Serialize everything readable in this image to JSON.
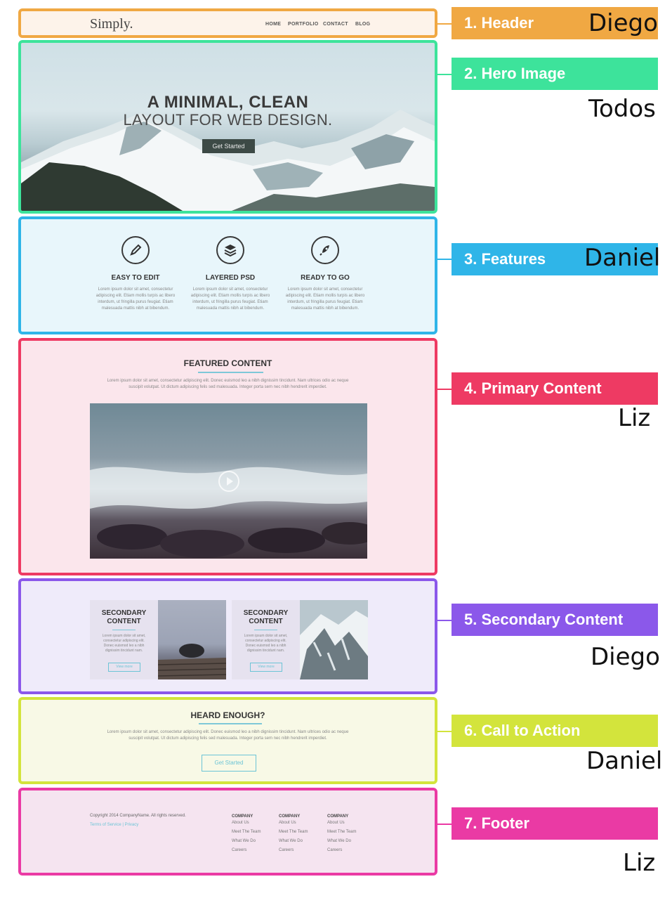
{
  "sections": [
    {
      "number_label": "1. Header",
      "assignee": "Diego",
      "color": "#f0a843"
    },
    {
      "number_label": "2. Hero Image",
      "assignee": "Todos",
      "color": "#3de39b"
    },
    {
      "number_label": "3. Features",
      "assignee": "Daniel",
      "color": "#2fb5e8"
    },
    {
      "number_label": "4. Primary Content",
      "assignee": "Liz",
      "color": "#ee3a63"
    },
    {
      "number_label": "5. Secondary Content",
      "assignee": "Diego",
      "color": "#8b58ea"
    },
    {
      "number_label": "6. Call to Action",
      "assignee": "Daniel",
      "color": "#d3e43c"
    },
    {
      "number_label": "7. Footer",
      "assignee": "Liz",
      "color": "#ea3aa4"
    }
  ],
  "mockup": {
    "header": {
      "logo": "Simply.",
      "nav": [
        "HOME",
        "PORTFOLIO",
        "CONTACT",
        "BLOG"
      ]
    },
    "hero": {
      "title_line1": "A MINIMAL, CLEAN",
      "title_line2": "LAYOUT FOR WEB DESIGN.",
      "button": "Get Started"
    },
    "features": [
      {
        "icon": "pencil-icon",
        "title": "EASY TO EDIT"
      },
      {
        "icon": "layers-icon",
        "title": "LAYERED PSD"
      },
      {
        "icon": "rocket-icon",
        "title": "READY TO GO"
      }
    ],
    "feature_text": [
      "Lorem ipsum dolor sit amet, consectetur",
      "adipiscing elit. Etiam mollis turpis ac libero",
      "interdum, ut fringilla purus feugiat. Etiam",
      "malesuada mattis nibh at bibendum."
    ],
    "primary": {
      "heading": "FEATURED CONTENT",
      "text": [
        "Lorem ipsum dolor sit amet, consectetur adipiscing elit. Donec euismod leo a nibh dignissim tincidunt. Nam ultrices odio ac neque",
        "suscipit volutpat. Ut dictum adipiscing felis sed malesuada. Integer porta sem nec nibh hendrerit imperdiet."
      ]
    },
    "secondary": {
      "cards": [
        {
          "title_line1": "SECONDARY",
          "title_line2": "CONTENT",
          "button": "View more"
        },
        {
          "title_line1": "SECONDARY",
          "title_line2": "CONTENT",
          "button": "View more"
        }
      ],
      "card_text": [
        "Lorem ipsum dolor sit amet,",
        "consectetur adipiscing elit.",
        "Donec euismod leo a nibh",
        "dignissim tincidunt nam."
      ]
    },
    "cta": {
      "heading": "HEARD ENOUGH?",
      "text": [
        "Lorem ipsum dolor sit amet, consectetur adipiscing elit. Donec euismod leo a nibh dignissim tincidunt. Nam ultrices odio ac neque",
        "suscipit volutpat. Ut dictum adipiscing felis sed malesuada. Integer porta sem nec nibh hendrerit imperdiet."
      ],
      "button": "Get Started"
    },
    "footer": {
      "copyright": "Copyright 2014 CompanyName. All rights reserved.",
      "terms": "Terms of Service",
      "separator": "|",
      "privacy": "Privacy",
      "columns": [
        {
          "title": "COMPANY",
          "links": [
            "About Us",
            "Meet The Team",
            "What We Do",
            "Careers"
          ]
        },
        {
          "title": "COMPANY",
          "links": [
            "About Us",
            "Meet The Team",
            "What We Do",
            "Careers"
          ]
        },
        {
          "title": "COMPANY",
          "links": [
            "About Us",
            "Meet The Team",
            "What We Do",
            "Careers"
          ]
        }
      ]
    }
  }
}
